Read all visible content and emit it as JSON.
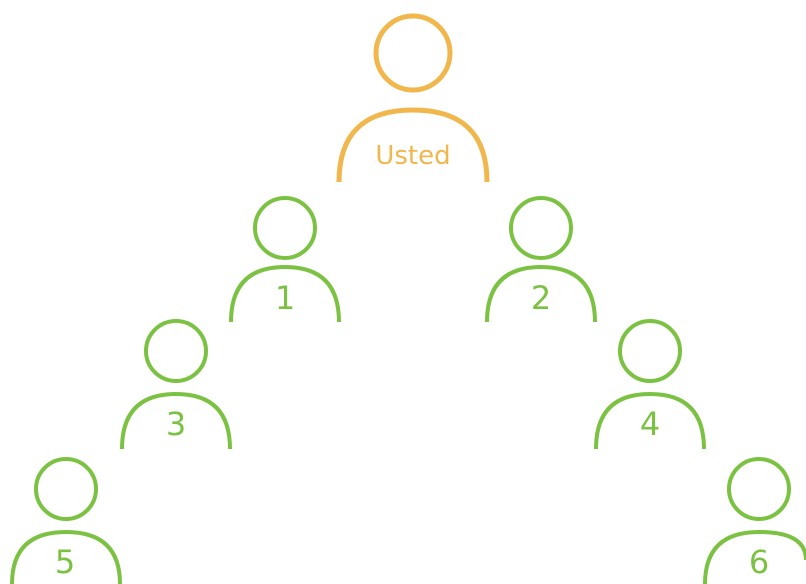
{
  "colors": {
    "you": "#f2b74c",
    "referral": "#7cc242",
    "background": "#ffffff"
  },
  "people": [
    {
      "id": "you",
      "label": "Usted",
      "role": "you"
    },
    {
      "id": "p1",
      "label": "1",
      "role": "referral"
    },
    {
      "id": "p2",
      "label": "2",
      "role": "referral"
    },
    {
      "id": "p3",
      "label": "3",
      "role": "referral"
    },
    {
      "id": "p4",
      "label": "4",
      "role": "referral"
    },
    {
      "id": "p5",
      "label": "5",
      "role": "referral"
    },
    {
      "id": "p6",
      "label": "6",
      "role": "referral"
    }
  ]
}
